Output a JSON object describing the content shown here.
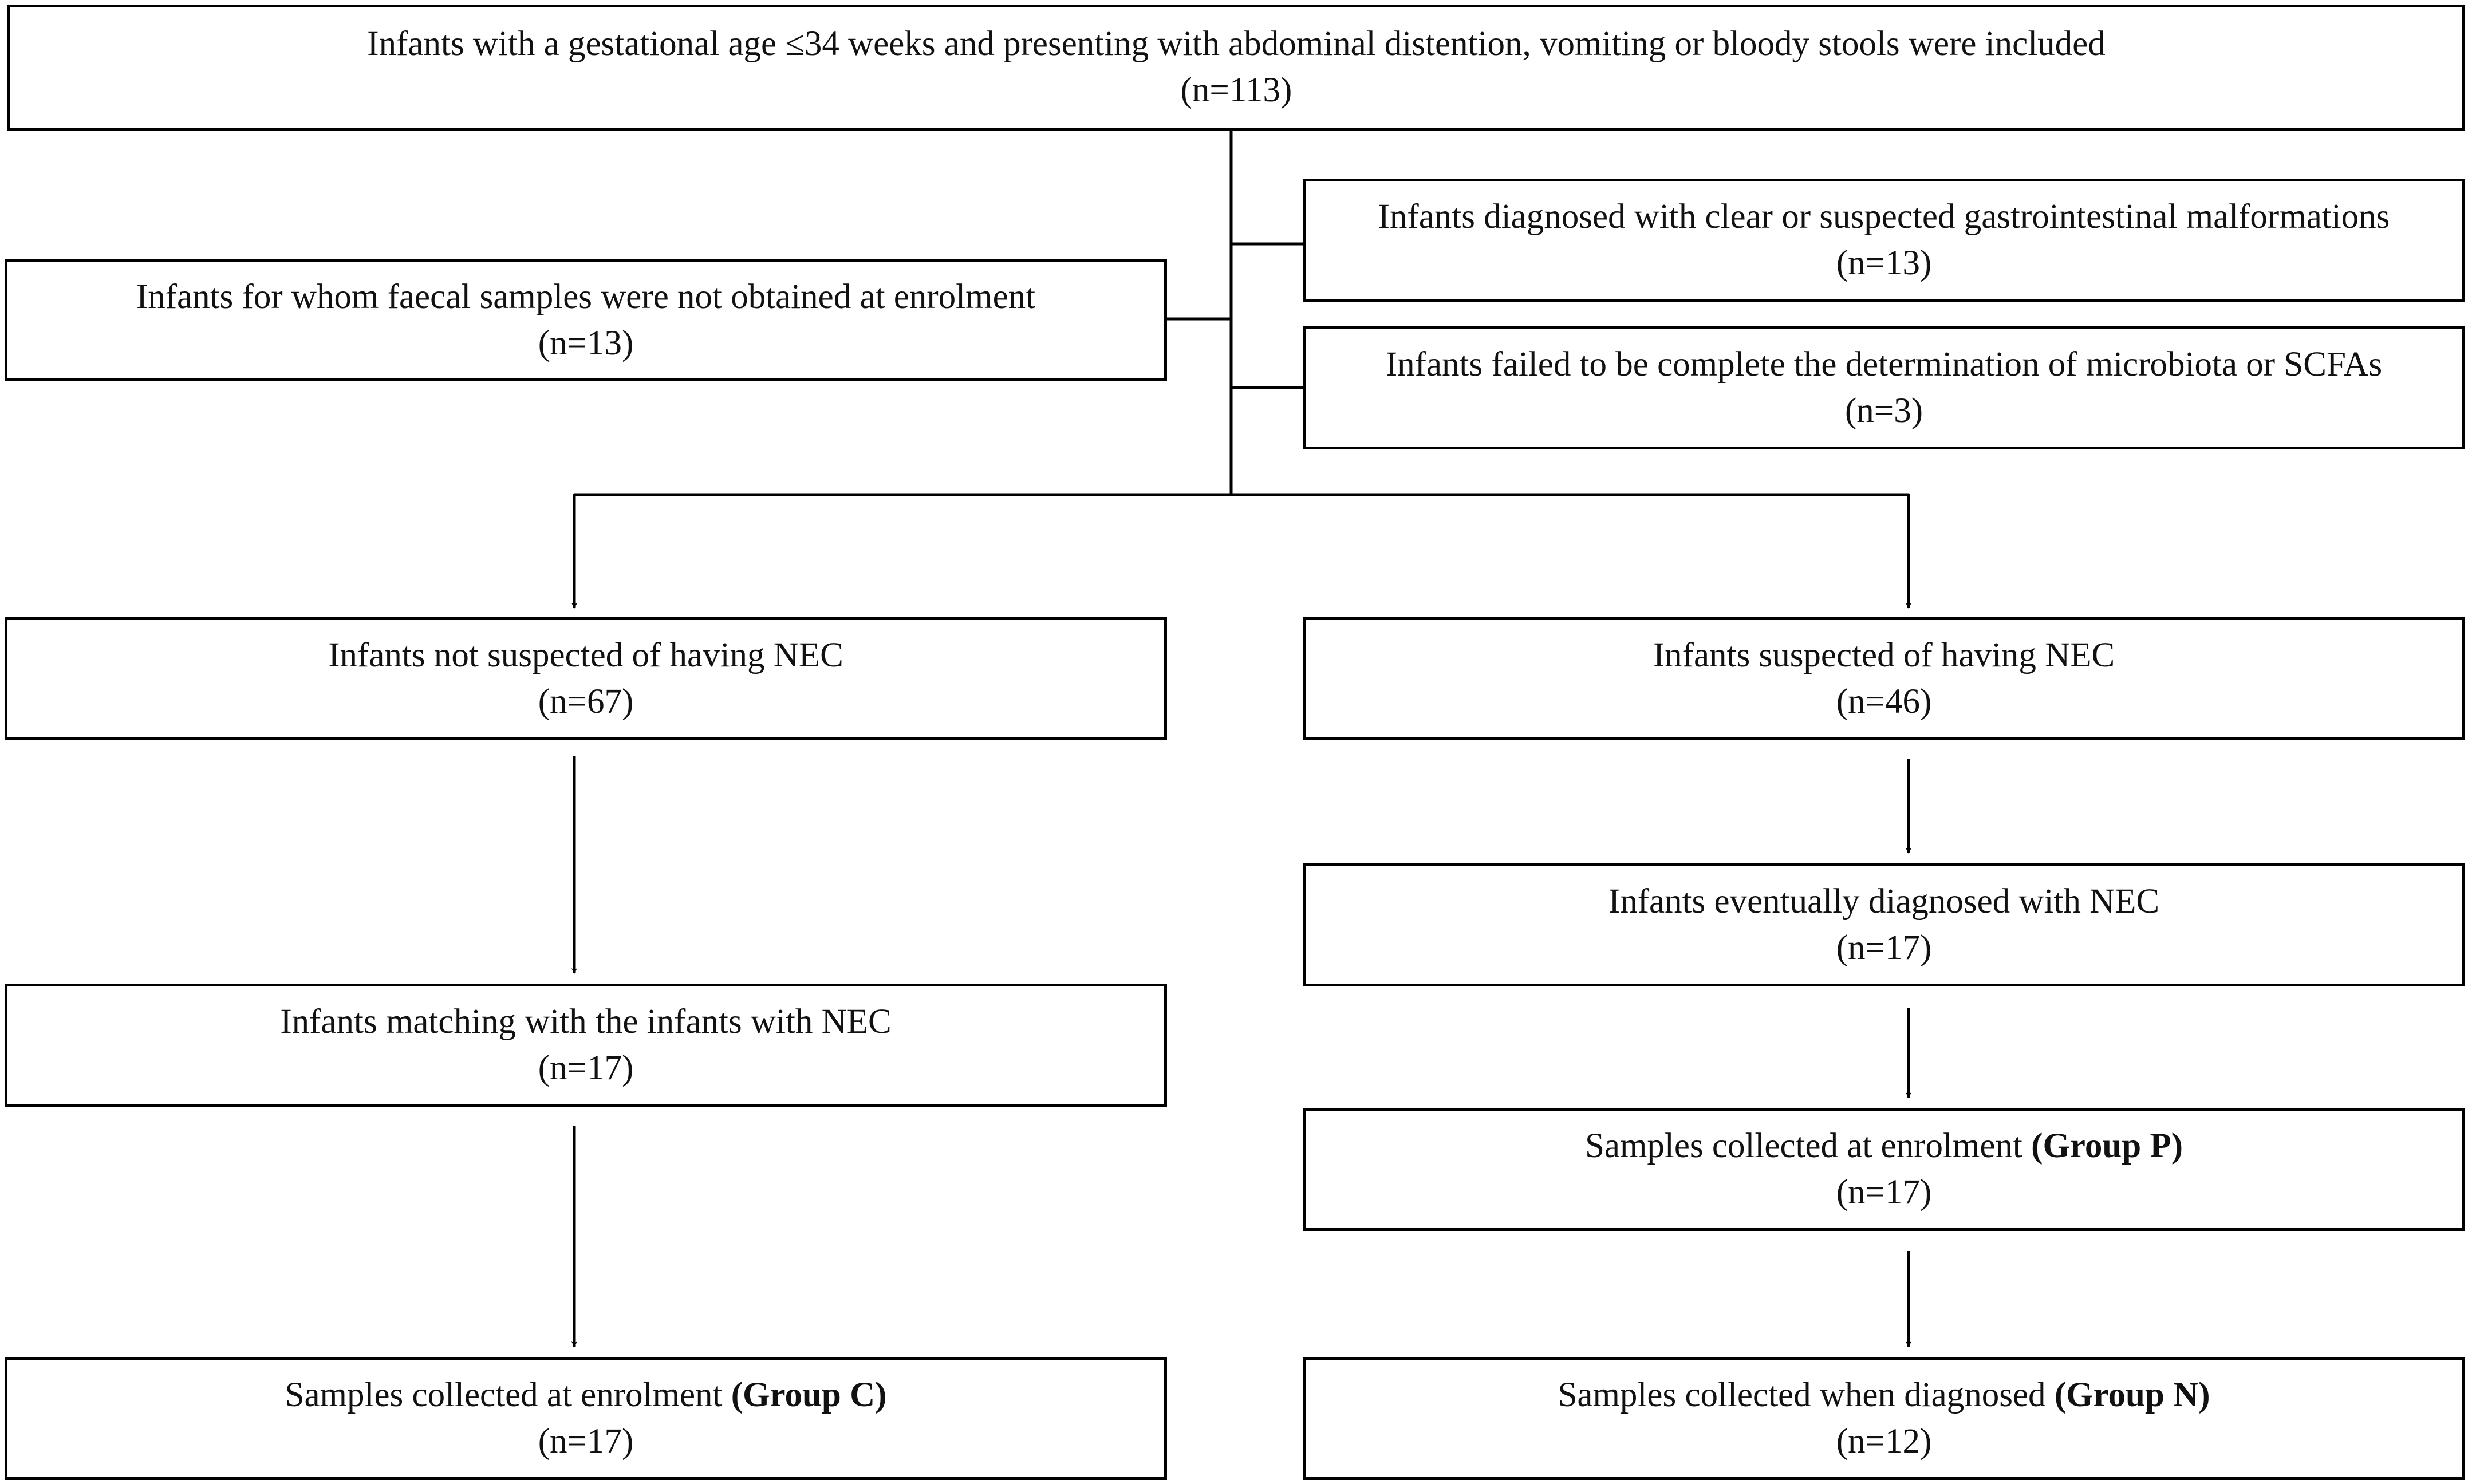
{
  "boxes": {
    "enrolled": {
      "text": "Infants with a gestational age ≤34 weeks and presenting with abdominal distention, vomiting or bloody stools were included",
      "count": "(n=113)"
    },
    "gi_malformations": {
      "text": "Infants diagnosed with clear or suspected gastrointestinal malformations",
      "count": "(n=13)"
    },
    "no_faecal": {
      "text": "Infants for whom faecal samples were not obtained at enrolment",
      "count": "(n=13)"
    },
    "failed_determination": {
      "text": "Infants failed to be complete the determination of microbiota or SCFAs",
      "count": "(n=3)"
    },
    "not_suspected": {
      "text": "Infants not suspected of having NEC",
      "count": "(n=67)"
    },
    "suspected": {
      "text": "Infants suspected of having NEC",
      "count": "(n=46)"
    },
    "eventually_diagnosed": {
      "text": "Infants eventually diagnosed with NEC",
      "count": "(n=17)"
    },
    "matching": {
      "text": "Infants matching with the infants with NEC",
      "count": "(n=17)"
    },
    "group_p": {
      "text": "Samples collected at enrolment ",
      "group": "(Group P)",
      "count": "(n=17)"
    },
    "group_c": {
      "text": "Samples collected at enrolment ",
      "group": "(Group C)",
      "count": "(n=17)"
    },
    "group_n": {
      "text": "Samples collected when diagnosed ",
      "group": "(Group N)",
      "count": "(n=12)"
    }
  },
  "colors": {
    "line": "#000000",
    "text": "#111111",
    "background": "#ffffff"
  }
}
